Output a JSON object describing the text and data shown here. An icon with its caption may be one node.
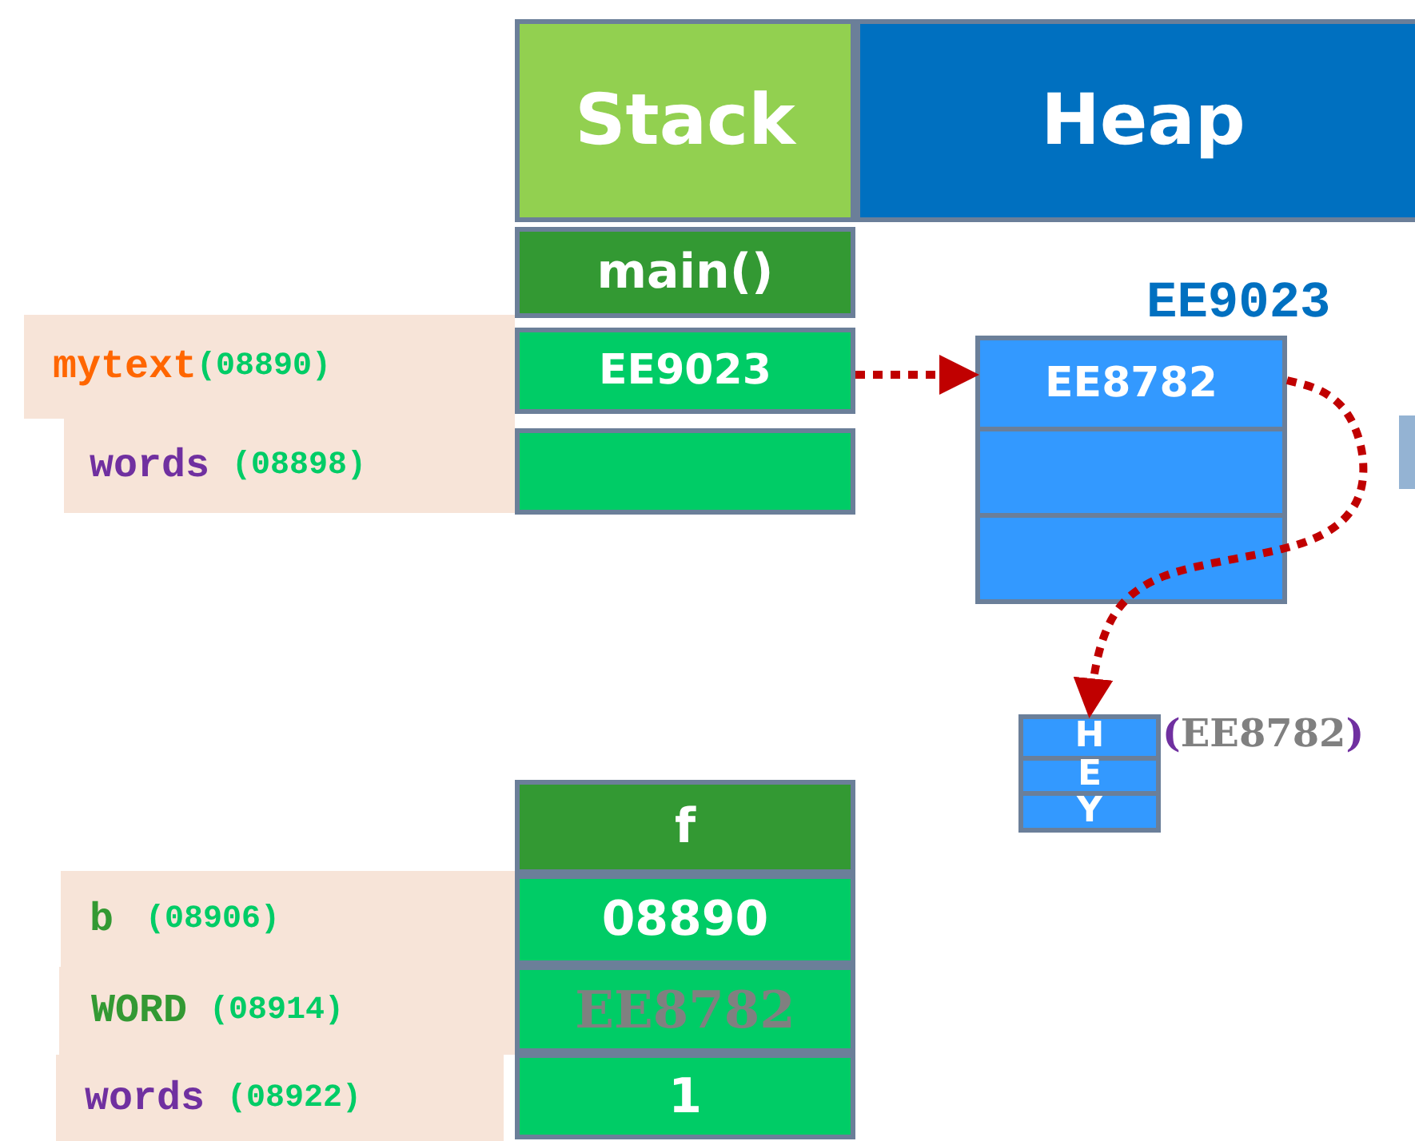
{
  "diagram": {
    "nodes": [
      {
        "text": [
          "Stack"
        ]
      },
      {
        "text": [
          "Heap"
        ]
      },
      {
        "text": [
          "main()"
        ]
      },
      {
        "text": [
          "mytext",
          "(08890)"
        ]
      },
      {
        "text": [
          "EE9023"
        ]
      },
      {
        "text": [
          "words",
          "(08898)"
        ]
      },
      {
        "text": [],
        "shape": "box"
      },
      {
        "text": [
          "EE9023",
          "EE8782"
        ]
      },
      {
        "text": [
          "H",
          "E",
          "Y"
        ],
        "beside": [
          "(EE8782)"
        ]
      },
      {
        "text": [
          "f"
        ]
      },
      {
        "text": [
          "b",
          "(08906)"
        ]
      },
      {
        "text": [
          "08890"
        ]
      },
      {
        "text": [
          "WORD",
          "(08914)"
        ]
      },
      {
        "text": [
          "EE8782"
        ]
      },
      {
        "text": [
          "words",
          "(08922)"
        ]
      },
      {
        "text": [
          "1"
        ]
      }
    ],
    "edges": [
      {
        "from": 4,
        "to": 7,
        "arrow": "to",
        "style": "dashed"
      },
      {
        "from": 7,
        "to": 8,
        "arrow": "to",
        "style": "dashed"
      }
    ]
  }
}
